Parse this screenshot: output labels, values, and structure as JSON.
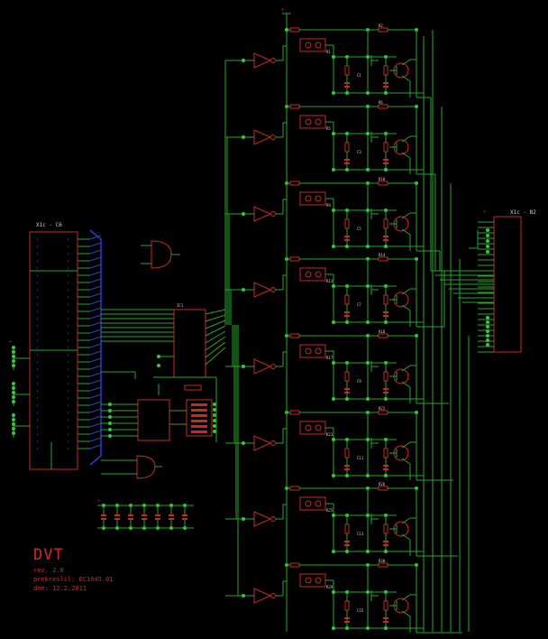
{
  "connectors": {
    "left": "X1c - C6",
    "right": "X1c - B2"
  },
  "title_block": {
    "title": "DVT",
    "revision": "rev. 2.0",
    "author": "prekreslil: EC1045.01",
    "date": "dne: 12.2.2011"
  },
  "colors": {
    "background": "#000000",
    "wire": "#22a82a",
    "component": "#c8282a",
    "bus": "#2a3cd8",
    "junction": "#34c83a",
    "text": "#d0d0d0"
  },
  "channels": 8
}
